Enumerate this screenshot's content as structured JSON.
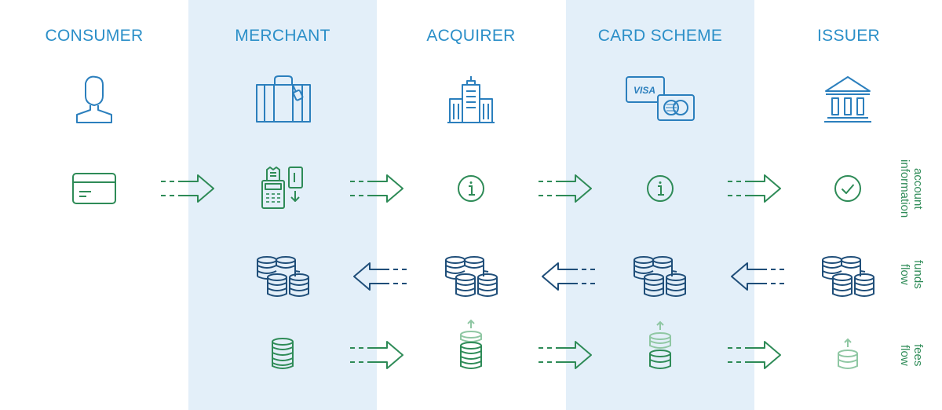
{
  "colors": {
    "header": "#2b8fc8",
    "entity_icon": "#2b7fbd",
    "green": "#2e8b57",
    "light_green": "#8fc7a3",
    "navy": "#1f4e79",
    "column_bg": "#e3eff9"
  },
  "columns": [
    {
      "key": "consumer",
      "title": "CONSUMER",
      "icon": "person-icon"
    },
    {
      "key": "merchant",
      "title": "MERCHANT",
      "icon": "shopping-bag-icon"
    },
    {
      "key": "acquirer",
      "title": "ACQUIRER",
      "icon": "office-building-icon"
    },
    {
      "key": "card_scheme",
      "title": "CARD SCHEME",
      "icon": "payment-cards-icon"
    },
    {
      "key": "issuer",
      "title": "ISSUER",
      "icon": "bank-icon"
    }
  ],
  "visa_text": "VISA",
  "rows": [
    {
      "key": "account_information",
      "label": "account\ninformation",
      "direction": "right",
      "cells": [
        "credit-card-icon",
        "card-terminal-icon",
        "info-icon",
        "info-icon",
        "check-circle-icon"
      ]
    },
    {
      "key": "funds_flow",
      "label": "funds\nflow",
      "direction": "left",
      "cells": [
        "",
        "coin-stacks-icon",
        "coin-stacks-icon",
        "coin-stacks-icon",
        "coin-stacks-icon"
      ]
    },
    {
      "key": "fees_flow",
      "label": "fees\nflow",
      "direction": "right",
      "cells": [
        "",
        "coin-stack-icon",
        "coin-stack-up-icon",
        "coin-stack-up-icon",
        "coin-stack-up-light-icon"
      ]
    }
  ]
}
